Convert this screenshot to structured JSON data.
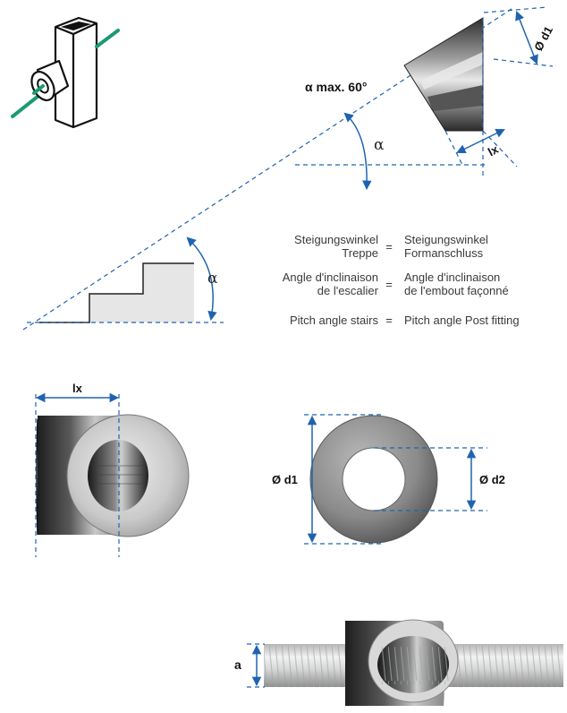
{
  "labels": {
    "alpha_max": "α max. 60°",
    "alpha_top": "α",
    "alpha_bottom": "α",
    "d1_top": "Ø d1",
    "lx_top": "lx",
    "lx_bottom": "lx",
    "d1_bottom": "Ø d1",
    "d2_bottom": "Ø d2",
    "a_bottom": "a"
  },
  "legend": {
    "rows": [
      {
        "left": [
          "Steigungswinkel",
          "Treppe"
        ],
        "eq": "=",
        "right": [
          "Steigungswinkel",
          "Formanschluss"
        ]
      },
      {
        "left": [
          "Angle d'inclinaison",
          "de l'escalier"
        ],
        "eq": "=",
        "right": [
          "Angle d'inclinaison",
          "de l'embout façonné"
        ]
      },
      {
        "left": [
          "Pitch angle stairs"
        ],
        "eq": "=",
        "right": [
          "Pitch angle Post fitting"
        ]
      }
    ]
  },
  "colors": {
    "dim_blue": "#1f63b0",
    "thread_green": "#1a9a73",
    "stair_fill": "#e6e6e6",
    "metal_dark": "#3a3a3a",
    "metal_light": "#cfcfcf"
  }
}
